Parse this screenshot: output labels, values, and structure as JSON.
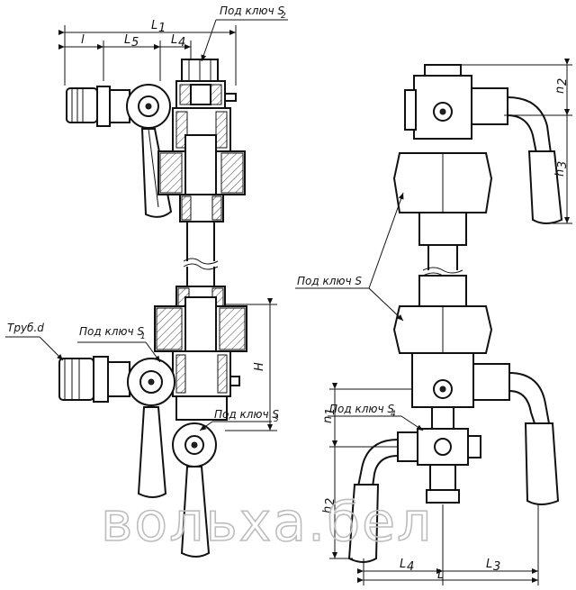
{
  "labels": {
    "wrench_s2": "Под ключ S",
    "wrench_s2_sub": "2",
    "wrench_s1": "Под ключ S",
    "wrench_s1_sub": "1",
    "wrench_s3": "Под ключ S",
    "wrench_s3_sub": "3",
    "wrench_s": "Под ключ S",
    "wrench_s4": "Под ключ S",
    "wrench_s4_sub": "4",
    "pipe_d": "Труб.d"
  },
  "dimensions": {
    "L1": "L",
    "L1_sub": "1",
    "l": "l",
    "L5": "L",
    "L5_sub": "5",
    "L4": "L",
    "L4_sub": "4",
    "H": "H",
    "n2": "n",
    "n2_sub": "2",
    "h3": "h",
    "h3_sub": "3",
    "n1": "n",
    "n1_sub": "1",
    "h2": "h",
    "h2_sub": "2",
    "L": "L",
    "L4b": "L",
    "L4b_sub": "4",
    "L3": "L",
    "L3_sub": "3"
  },
  "watermark": "вольха.бел"
}
